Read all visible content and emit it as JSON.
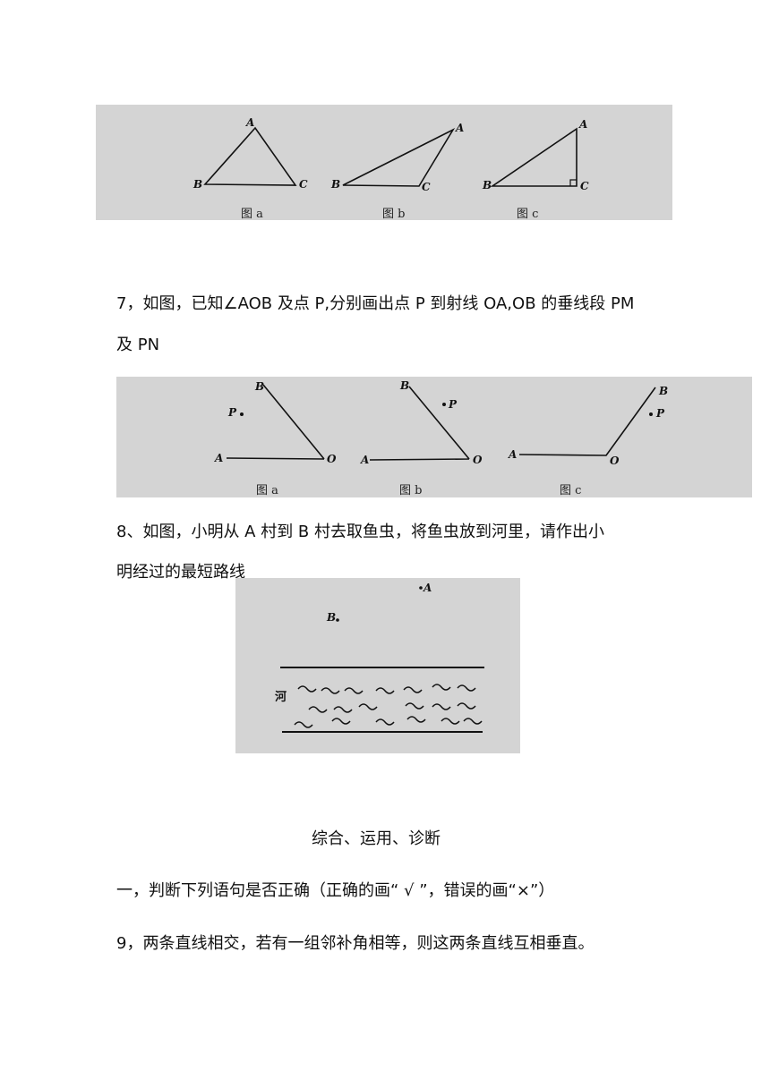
{
  "figure_top": {
    "a": {
      "A": "A",
      "B": "B",
      "C": "C",
      "caption": "图 a"
    },
    "b": {
      "A": "A",
      "B": "B",
      "C": "C",
      "caption": "图 b"
    },
    "c": {
      "A": "A",
      "B": "B",
      "C": "C",
      "caption": "图 c"
    }
  },
  "q7": {
    "line1": "7，如图，已知∠AOB 及点 P,分别画出点 P 到射线 OA,OB 的垂线段 PM",
    "line2": "及 PN"
  },
  "figure_q7": {
    "a": {
      "A": "A",
      "B": "B",
      "O": "O",
      "P": "P",
      "caption": "图 a"
    },
    "b": {
      "A": "A",
      "B": "B",
      "O": "O",
      "P": "P",
      "caption": "图 b"
    },
    "c": {
      "A": "A",
      "B": "B",
      "O": "O",
      "P": "P",
      "caption": "图 c"
    }
  },
  "q8": {
    "line1": "8、如图，小明从 A 村到 B 村去取鱼虫，将鱼虫放到河里，请作出小",
    "line2": "明经过的最短路线"
  },
  "figure_q8": {
    "A": "A",
    "B": "B",
    "river": "河"
  },
  "section_title": "综合、运用、诊断",
  "part1_instruction": "一，判断下列语句是否正确（正确的画“ √ ”，错误的画“×”）",
  "q9": "9，两条直线相交，若有一组邻补角相等，则这两条直线互相垂直。"
}
